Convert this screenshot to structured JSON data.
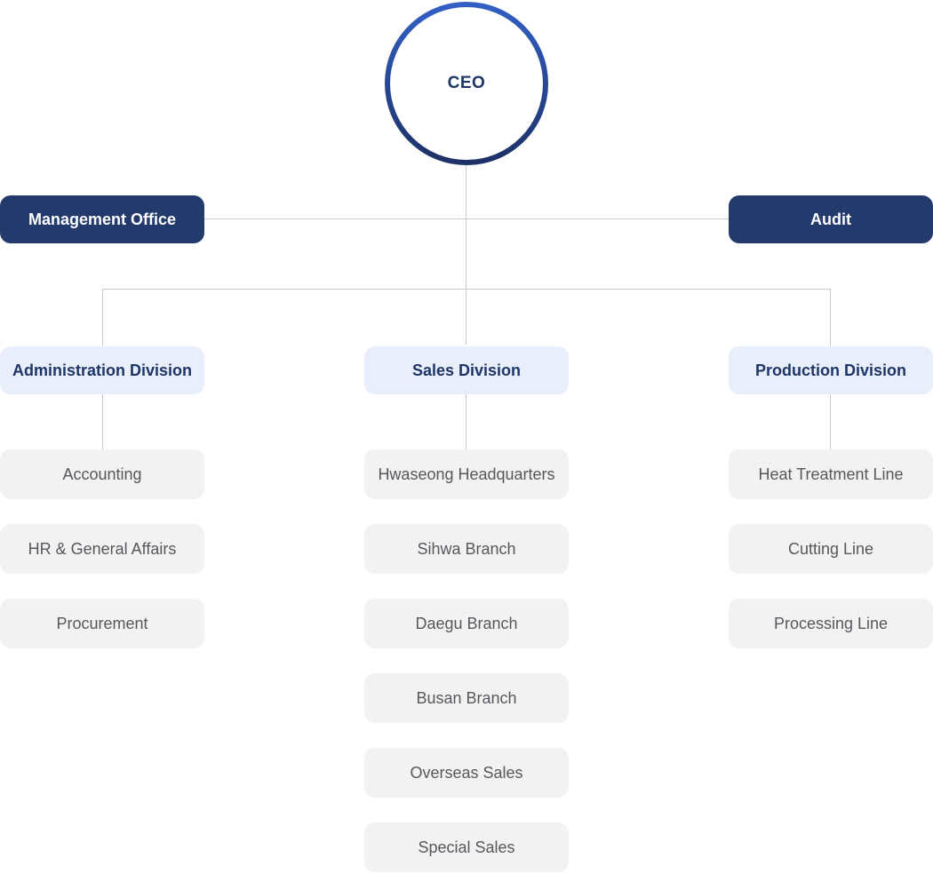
{
  "org_chart": {
    "root": {
      "label": "CEO"
    },
    "secondary": [
      {
        "label": "Management Office"
      },
      {
        "label": "Audit"
      }
    ],
    "divisions": [
      {
        "label": "Administration Division",
        "departments": [
          "Accounting",
          "HR & General Affairs",
          "Procurement"
        ]
      },
      {
        "label": "Sales Division",
        "departments": [
          "Hwaseong Headquarters",
          "Sihwa Branch",
          "Daegu Branch",
          "Busan Branch",
          "Overseas Sales",
          "Special Sales"
        ]
      },
      {
        "label": "Production Division",
        "departments": [
          "Heat Treatment Line",
          "Cutting Line",
          "Processing Line"
        ]
      }
    ],
    "colors": {
      "navy": "#233a6c",
      "division_bg": "#e9eefb",
      "division_text": "#1e3567",
      "dept_bg": "#f2f2f3",
      "dept_text": "#56585c",
      "line": "#c7c9cd",
      "circle_top": "#3360c6",
      "circle_bottom": "#1d3064"
    }
  }
}
